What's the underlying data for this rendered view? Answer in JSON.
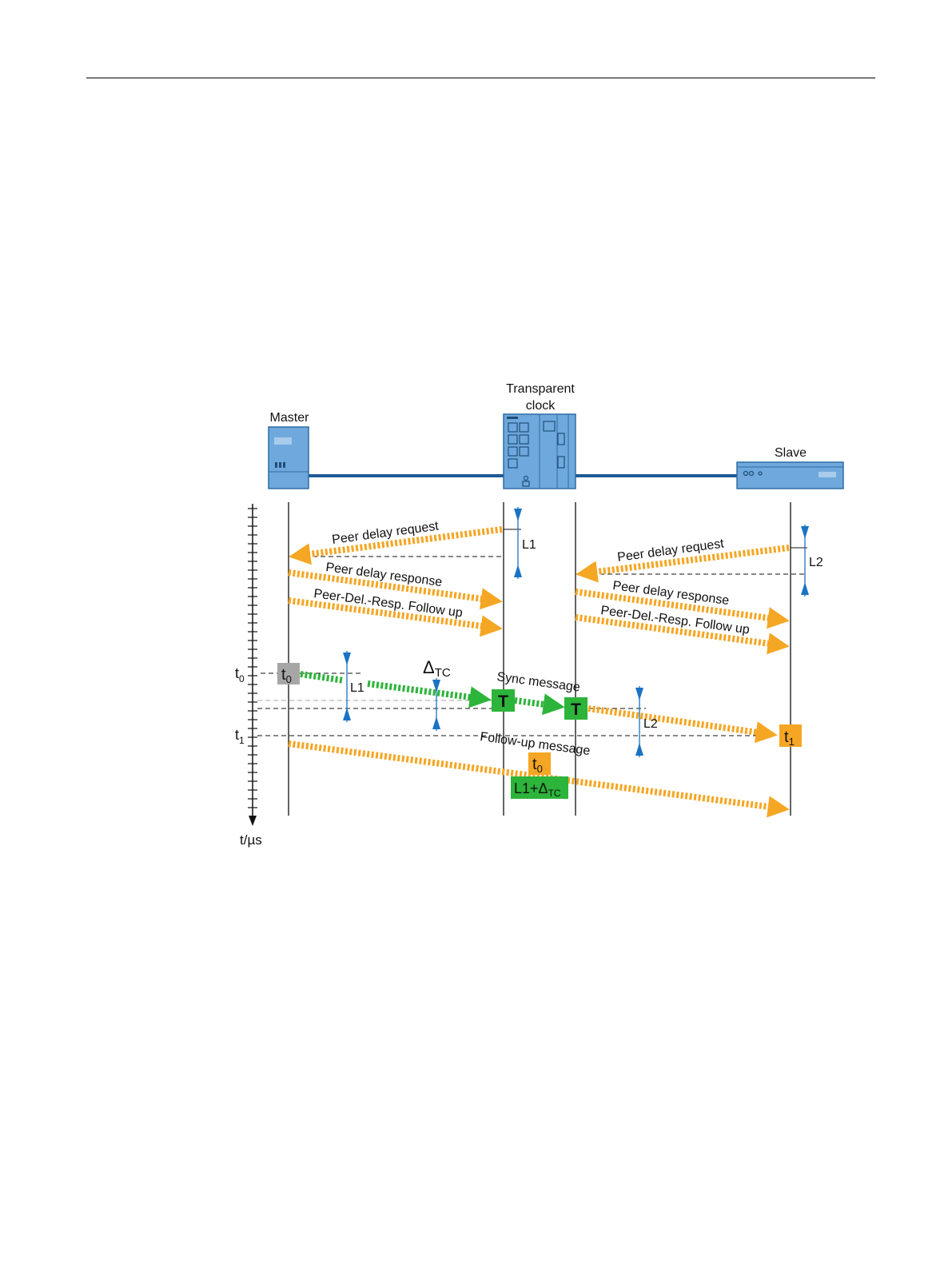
{
  "nodes": {
    "master": "Master",
    "tc_line1": "Transparent",
    "tc_line2": "clock",
    "slave": "Slave"
  },
  "messages": {
    "peer_delay_request": "Peer delay request",
    "peer_delay_response": "Peer delay response",
    "peer_follow_up": "Peer-Del.-Resp. Follow up",
    "sync": "Sync message",
    "follow_up": "Follow-up message"
  },
  "labels": {
    "L1": "L1",
    "L2": "L2",
    "T": "T",
    "t_base": "t",
    "sub_0": "0",
    "sub_1": "1",
    "delta": "Δ",
    "tc": "TC",
    "l1_plus": "L1+",
    "time_axis": "t/µs"
  },
  "colors": {
    "orange": "#F5A623",
    "green": "#2DB43A",
    "device_blue": "#6FA8DC",
    "device_border": "#2E6DA4",
    "link": "#1F5A96",
    "arrow_blue": "#1A73C4",
    "gray": "#A6A6A6"
  }
}
